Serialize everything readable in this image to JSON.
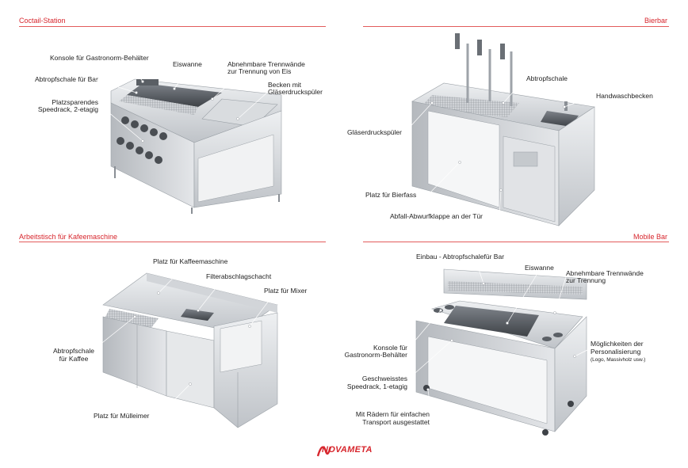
{
  "sections": {
    "cocktail": {
      "title": "Coctail-Station",
      "labels": {
        "konsole": "Konsole für Gastronorm-Behälter",
        "eiswanne": "Eiswanne",
        "trenn_1": "Abnehmbare Trennwände",
        "trenn_2": "zur Trennung von Eis",
        "abtropf": "Abtropfschale für Bar",
        "becken_1": "Becken mit",
        "becken_2": "Gläserdruckspüler",
        "speed_1": "Platzsparendes",
        "speed_2": "Speedrack, 2-etagig"
      }
    },
    "bierbar": {
      "title": "Bierbar",
      "labels": {
        "abtropf": "Abtropfschale",
        "hand": "Handwaschbecken",
        "glas": "Gläserdruckspüler",
        "bierfass": "Platz für Bierfass",
        "abfall": "Abfall-Abwurfklappe an der Tür"
      }
    },
    "kaffee": {
      "title": "Arbeitstisch für Kafeemaschine",
      "labels": {
        "kaffeemaschine": "Platz für Kaffeemaschine",
        "filter": "Filterabschlagschacht",
        "mixer": "Platz für Mixer",
        "abtropf_1": "Abtropfschale",
        "abtropf_2": "für Kaffee",
        "muell": "Platz für Mülleimer"
      }
    },
    "mobile": {
      "title": "Mobile Bar",
      "labels": {
        "einbau": "Einbau - Abtropfschalefür Bar",
        "eiswanne": "Eiswanne",
        "trenn_1": "Abnehmbare Trennwände",
        "trenn_2": "zur Trennung",
        "konsole_1": "Konsole für",
        "konsole_2": "Gastronorm-Behälter",
        "pers_1": "Möglichkeiten der",
        "pers_2": "Personalisierung",
        "pers_3": "(Logo, Massivholz usw.)",
        "speed_1": "Geschweisstes",
        "speed_2": "Speedrack, 1-etagig",
        "raeder_1": "Mit Rädern für einfachen",
        "raeder_2": "Transport ausgestattet"
      }
    }
  },
  "brand": "NOVAMETA",
  "colors": {
    "accent": "#d7262d",
    "rule": "#e25c5c",
    "steel": "#c9ccd0"
  }
}
